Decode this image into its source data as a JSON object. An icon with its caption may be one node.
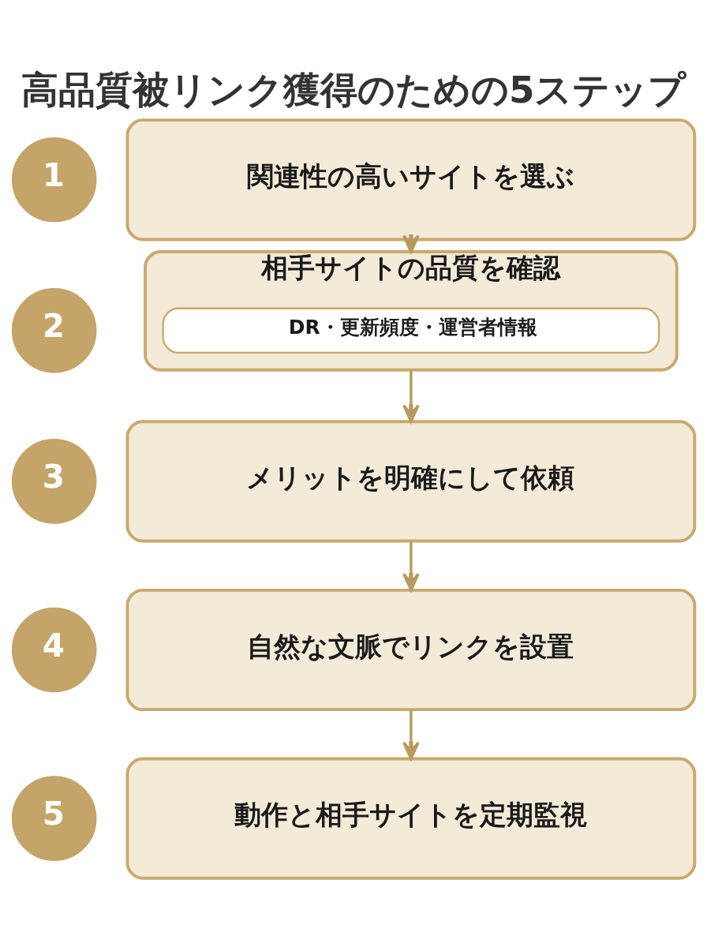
{
  "diagram": {
    "title": "高品質被リンク獲得のための5ステップ",
    "nodes": [
      {
        "text": [
          "1"
        ]
      },
      {
        "text": [
          "関連性の高いサイトを選ぶ"
        ]
      },
      {
        "text": [
          "2"
        ]
      },
      {
        "text": [
          "相手サイトの品質を確認"
        ]
      },
      {
        "text": [
          "DR・更新頻度・運営者情報"
        ],
        "in": 3
      },
      {
        "text": [
          "3"
        ]
      },
      {
        "text": [
          "メリットを明確にして依頼"
        ]
      },
      {
        "text": [
          "4"
        ]
      },
      {
        "text": [
          "自然な文脈でリンクを設置"
        ]
      },
      {
        "text": [
          "5"
        ]
      },
      {
        "text": [
          "動作と相手サイトを定期監視"
        ]
      }
    ],
    "edges": [
      {
        "from": 1,
        "to": 3,
        "arrow": "to"
      },
      {
        "from": 3,
        "to": 6,
        "arrow": "to"
      },
      {
        "from": 6,
        "to": 8,
        "arrow": "to"
      },
      {
        "from": 8,
        "to": 10,
        "arrow": "to"
      }
    ]
  }
}
